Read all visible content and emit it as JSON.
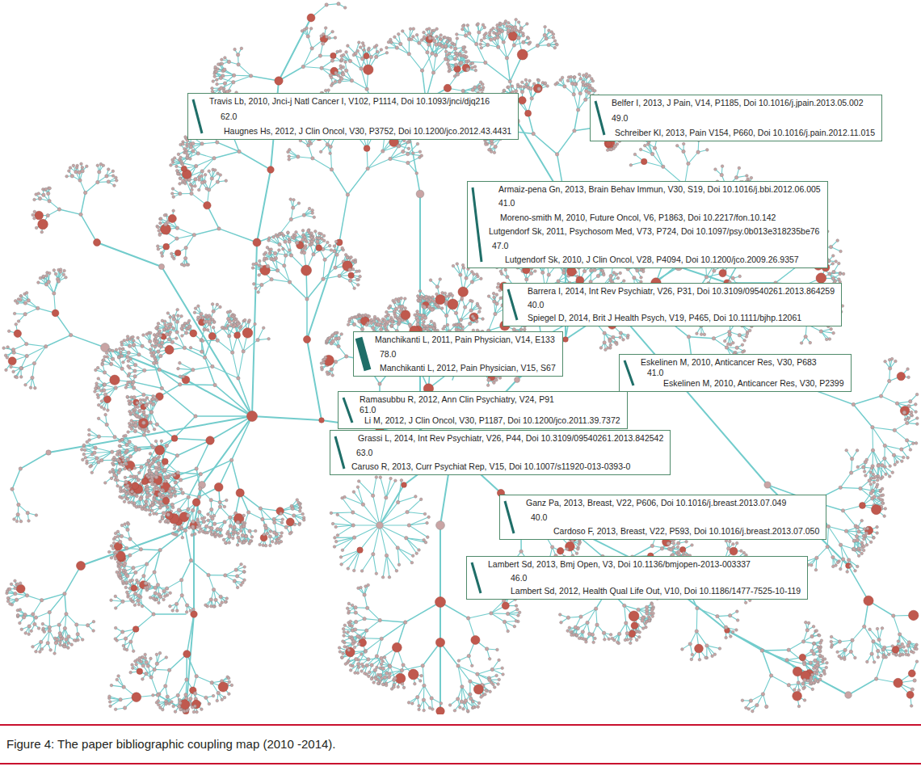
{
  "diagram": {
    "caption": "Figure 4: The paper bibliographic coupling map (2010 -2014).",
    "nodes": [
      {
        "text": [
          "Travis Lb, 2010, Jnci-j Natl Cancer I, V102, P1114, Doi 10.1093/jnci/djq216",
          "62.0",
          "Haugnes Hs, 2012, J Clin Oncol, V30, P3752, Doi 10.1200/jco.2012.43.4431"
        ]
      },
      {
        "text": [
          "Belfer I, 2013, J Pain, V14, P1185, Doi 10.1016/j.jpain.2013.05.002",
          "49.0",
          "Schreiber Kl, 2013, Pain V154, P660, Doi 10.1016/j.pain.2012.11.015"
        ]
      },
      {
        "text": [
          "Armaiz-pena Gn, 2013, Brain Behav Immun, V30, S19, Doi 10.1016/j.bbi.2012.06.005",
          "41.0",
          "Moreno-smith M, 2010, Future Oncol, V6, P1863, Doi 10.2217/fon.10.142",
          "Lutgendorf Sk, 2011, Psychosom Med, V73, P724, Doi 10.1097/psy.0b013e318235be76",
          "47.0",
          "Lutgendorf Sk, 2010, J Clin Oncol, V28, P4094, Doi 10.1200/jco.2009.26.9357"
        ]
      },
      {
        "text": [
          "Barrera I, 2014, Int Rev Psychiatr, V26, P31, Doi 10.3109/09540261.2013.864259",
          "40.0",
          "Spiegel D, 2014, Brit J Health Psych, V19, P465, Doi 10.1111/bjhp.12061"
        ]
      },
      {
        "text": [
          "Manchikanti L, 2011, Pain Physician, V14, E133",
          "78.0",
          "Manchikanti L, 2012, Pain Physician, V15, S67"
        ]
      },
      {
        "text": [
          "Eskelinen M, 2010, Anticancer Res, V30, P683",
          "41.0",
          "Eskelinen M, 2010, Anticancer Res, V30, P2399"
        ]
      },
      {
        "text": [
          "Ramasubbu R, 2012, Ann Clin Psychiatry, V24, P91",
          "61.0",
          "Li M, 2012, J Clin Oncol, V30, P1187, Doi 10.1200/jco.2011.39.7372"
        ]
      },
      {
        "text": [
          "Grassi L, 2014, Int Rev Psychiatr, V26, P44, Doi 10.3109/09540261.2013.842542",
          "63.0",
          "Caruso R, 2013, Curr Psychiat Rep, V15, Doi 10.1007/s11920-013-0393-0"
        ]
      },
      {
        "text": [
          "Ganz Pa, 2013, Breast, V22, P606, Doi 10.1016/j.breast.2013.07.049",
          "40.0",
          "Cardoso F, 2013, Breast, V22, P593, Doi 10.1016/j.breast.2013.07.050"
        ]
      },
      {
        "text": [
          "Lambert Sd, 2013, Bmj Open, V3, Doi 10.1136/bmjopen-2013-003337",
          "46.0",
          "Lambert Sd, 2012, Health Qual Life Out, V10, Doi 10.1186/1477-7525-10-119"
        ]
      }
    ]
  }
}
